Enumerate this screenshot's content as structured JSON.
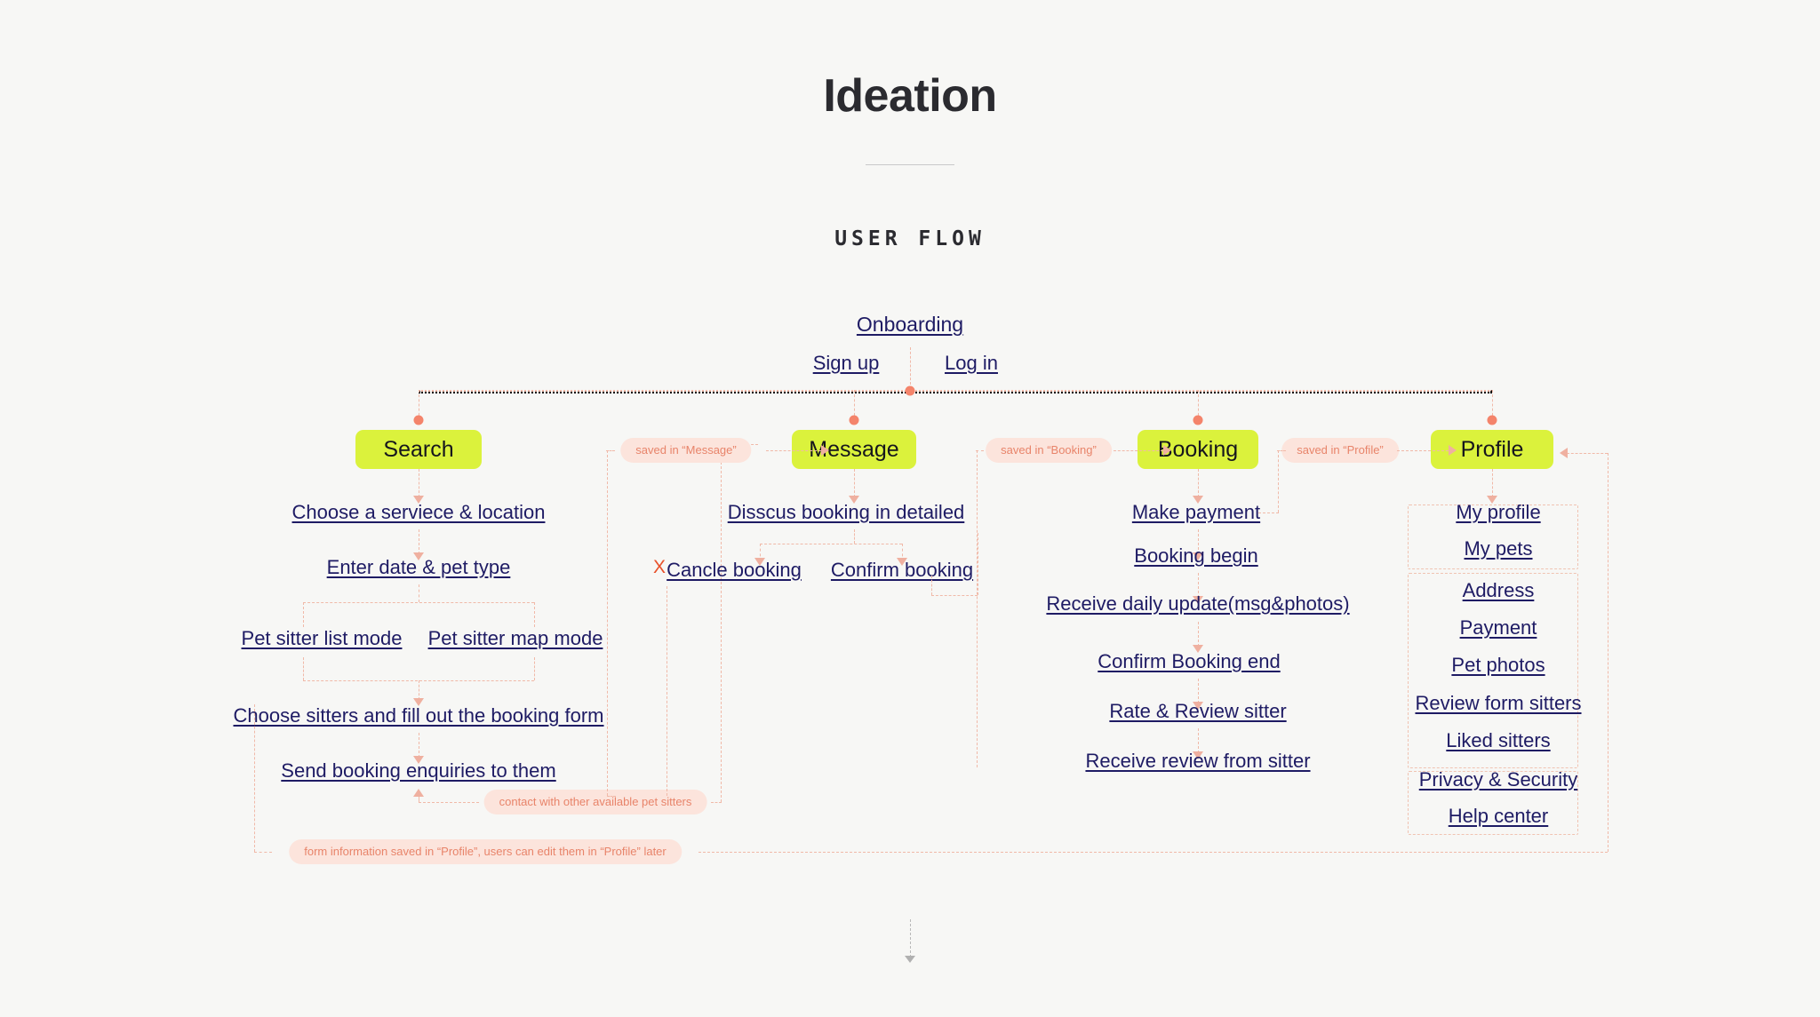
{
  "header": {
    "title": "Ideation",
    "section_label": "USER FLOW"
  },
  "colors": {
    "background": "#f7f7f5",
    "node_fill": "#dbf23c",
    "node_text": "#16161d",
    "link_text": "#1e1b64",
    "connector": "#f0b9a8",
    "dot": "#f4846b",
    "pill_bg": "#fce4dc",
    "pill_text": "#e8846a",
    "x_mark": "#e8512a"
  },
  "onboarding": {
    "title": "Onboarding",
    "options": [
      {
        "label": "Sign up"
      },
      {
        "label": "Log in"
      }
    ]
  },
  "branches": [
    {
      "id": "search",
      "node": "Search",
      "steps": [
        {
          "label": "Choose a serviece & location"
        },
        {
          "label": "Enter date & pet type"
        },
        {
          "label": "Pet sitter list mode"
        },
        {
          "label": "Pet sitter map mode"
        },
        {
          "label": "Choose sitters and fill out the booking form"
        },
        {
          "label": "Send booking enquiries to them"
        }
      ]
    },
    {
      "id": "message",
      "node": "Message",
      "steps": [
        {
          "label": "Disscus booking in detailed"
        },
        {
          "label": "Cancle booking"
        },
        {
          "label": "Confirm booking"
        }
      ]
    },
    {
      "id": "booking",
      "node": "Booking",
      "steps": [
        {
          "label": "Make payment"
        },
        {
          "label": "Booking begin"
        },
        {
          "label": "Receive daily update(msg&photos)"
        },
        {
          "label": "Confirm Booking end"
        },
        {
          "label": "Rate & Review sitter"
        },
        {
          "label": "Receive review from sitter"
        }
      ]
    },
    {
      "id": "profile",
      "node": "Profile",
      "groups": [
        {
          "items": [
            {
              "label": "My profile"
            },
            {
              "label": "My pets"
            }
          ]
        },
        {
          "items": [
            {
              "label": "Address"
            },
            {
              "label": "Payment"
            },
            {
              "label": "Pet photos"
            },
            {
              "label": "Review form sitters"
            },
            {
              "label": "Liked sitters"
            }
          ]
        },
        {
          "items": [
            {
              "label": "Privacy & Security"
            },
            {
              "label": "Help center"
            }
          ]
        }
      ]
    }
  ],
  "annotations": [
    {
      "id": "saved-message",
      "label": "saved in “Message”"
    },
    {
      "id": "saved-booking",
      "label": "saved in “Booking”"
    },
    {
      "id": "saved-profile",
      "label": "saved in “Profile”"
    },
    {
      "id": "contact-others",
      "label": "contact with other available pet sitters"
    },
    {
      "id": "form-saved",
      "label": "form information saved in “Profile”, users can edit them in “Profile” later"
    }
  ],
  "marks": {
    "cancel_x": "X"
  }
}
